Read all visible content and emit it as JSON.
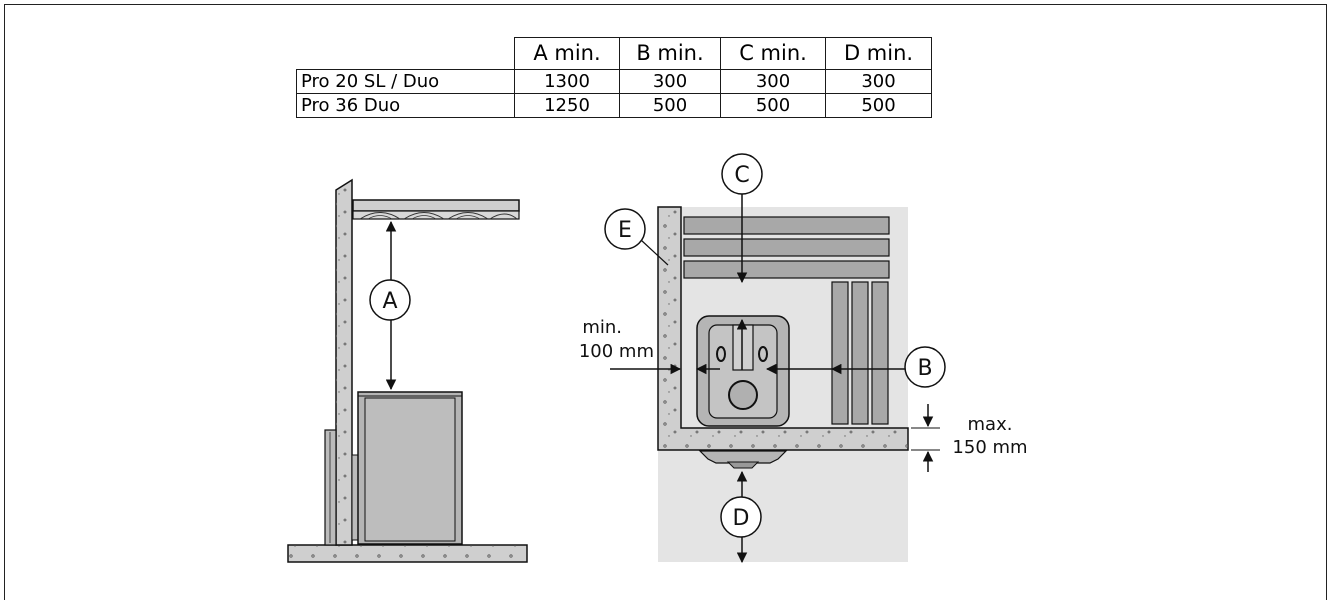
{
  "table": {
    "headers": [
      "",
      "A min.",
      "B min.",
      "C min.",
      "D min."
    ],
    "rows": [
      {
        "model": "Pro 20 SL / Duo",
        "a": "1300",
        "b": "300",
        "c": "300",
        "d": "300"
      },
      {
        "model": "Pro 36 Duo",
        "a": "1250",
        "b": "500",
        "c": "500",
        "d": "500"
      }
    ]
  },
  "diagram": {
    "label_a": "A",
    "label_b": "B",
    "label_c": "C",
    "label_d": "D",
    "label_e": "E",
    "min_line1": "min.",
    "min_line2": "100 mm",
    "max_line1": "max.",
    "max_line2": "150 mm"
  },
  "colors": {
    "wall_fill": "#cfcfcf",
    "room_fill": "#e4e4e4",
    "heater_fill": "#b5b5b5",
    "bench_fill": "#a8a8a8",
    "line": "#111111"
  }
}
